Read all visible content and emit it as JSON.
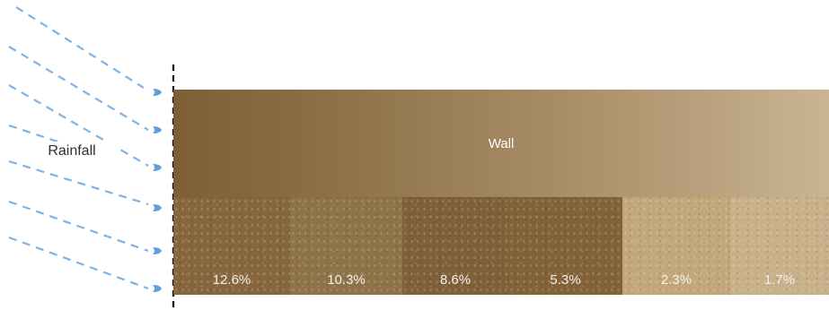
{
  "rainfall_label": "Rainfall",
  "wall_label": "Wall",
  "samples": [
    {
      "value": "12.6%",
      "color": "#86673d"
    },
    {
      "value": "10.3%",
      "color": "#8e7248"
    },
    {
      "value": "8.6%",
      "color": "#7e6039"
    },
    {
      "value": "5.3%",
      "color": "#836238"
    },
    {
      "value": "2.3%",
      "color": "#c2a77a"
    },
    {
      "value": "1.7%",
      "color": "#c8b08a"
    }
  ],
  "colors": {
    "rain_streak": "#7fb2e5",
    "drop": "#5fa0dc",
    "boundary_line": "#000000"
  }
}
